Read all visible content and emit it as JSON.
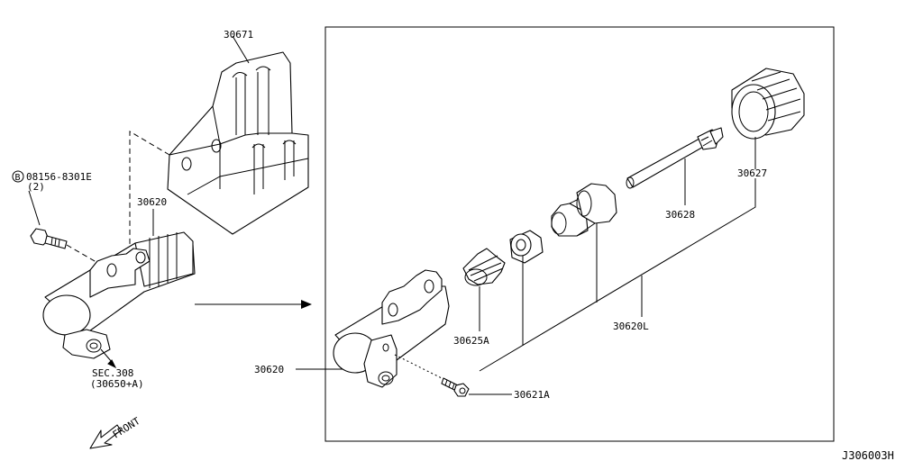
{
  "diagram": {
    "labels": {
      "bracket": "30671",
      "bolt_code": "08156-8301E",
      "bolt_qty": "(2)",
      "bolt_marker": "B",
      "cylinder_left": "30620",
      "cylinder_right": "30620",
      "sec_ref": "SEC.308",
      "sec_sub": "(30650+A)",
      "front": "FRONT",
      "boot": "30625A",
      "bleeder": "30621A",
      "kit": "30620L",
      "push_rod": "30628",
      "dust_cover": "30627",
      "figure_code": "J306003H"
    }
  }
}
